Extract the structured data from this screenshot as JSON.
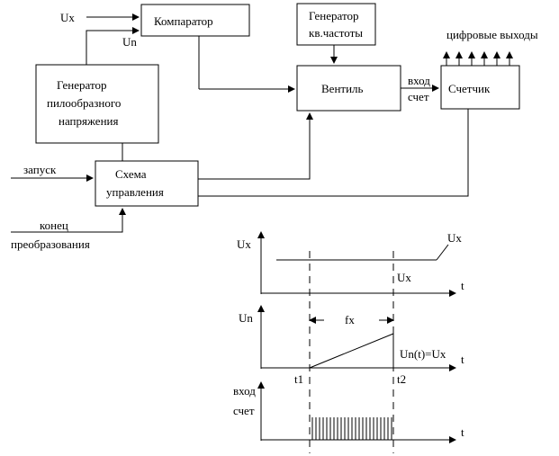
{
  "blocks": {
    "comparator": "Компаратор",
    "hf_generator": [
      "Генератор",
      "кв.частоты"
    ],
    "sawtooth_generator": [
      "Генератор",
      "пилообразного",
      "напряжения"
    ],
    "gate": "Вентиль",
    "counter": "Счетчик",
    "control": [
      "Схема",
      "управления"
    ]
  },
  "signals": {
    "ux_input": "Ux",
    "un": "Un",
    "start": "запуск",
    "end_conversion": [
      "конец",
      "преобразования"
    ],
    "count_input": [
      "вход",
      "счет"
    ],
    "digital_outputs": "цифровые выходы"
  },
  "timing": {
    "ux_axis": "Ux",
    "ux_curve": "Ux",
    "ux_level": "Ux",
    "un_axis": "Un",
    "fx": "fx",
    "equality": "Un(t)=Ux",
    "count_axis": [
      "вход",
      "счет"
    ],
    "time": "t",
    "t1": "t1",
    "t2": "t2"
  }
}
